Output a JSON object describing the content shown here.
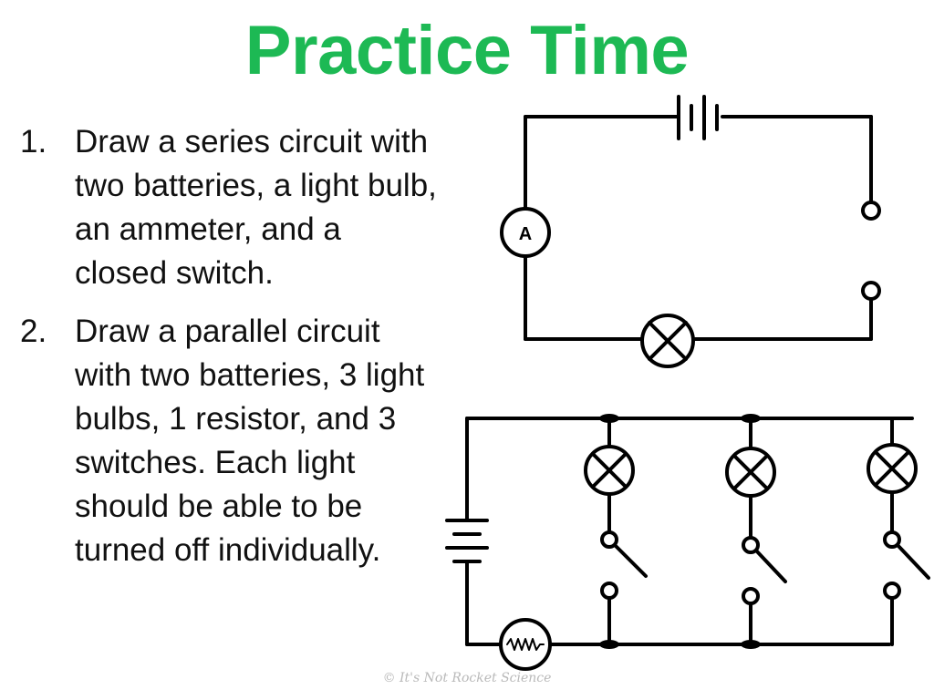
{
  "slide": {
    "title": "Practice Time",
    "accent_color": "#1DB954",
    "questions": [
      {
        "number": "1.",
        "text": "Draw a series circuit with two batteries, a light bulb, an ammeter, and a closed switch."
      },
      {
        "number": "2.",
        "text": "Draw a parallel circuit with two batteries, 3 light bulbs, 1 resistor, and 3 switches.  Each light should be able to be turned off individually."
      }
    ],
    "series_circuit": {
      "ammeter_label": "A"
    },
    "footer": "© It's Not Rocket Science"
  }
}
